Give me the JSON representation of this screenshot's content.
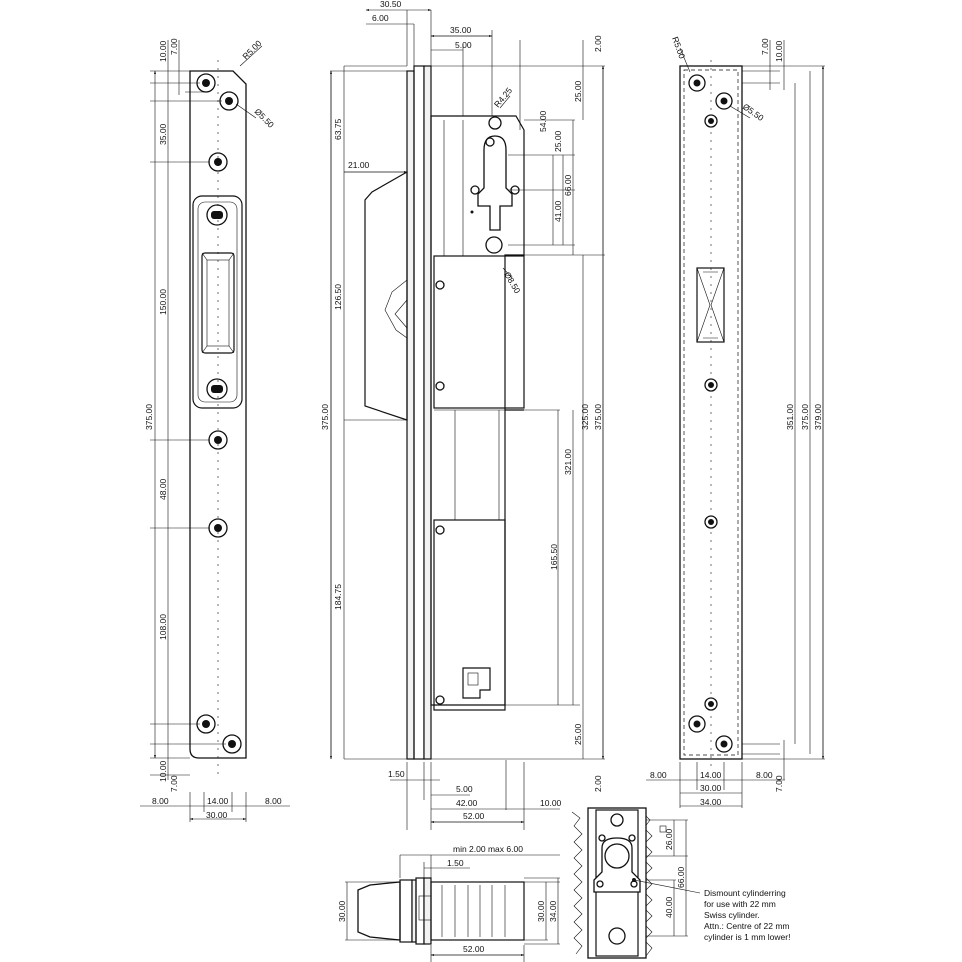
{
  "strike_plate": {
    "dims": [
      "10.00",
      "7.00",
      "35.00",
      "150.00",
      "375.00",
      "48.00",
      "108.00",
      "10.00",
      "7.00",
      "8.00",
      "14.00",
      "8.00",
      "30.00"
    ],
    "radius": "R5.00",
    "hole": "Ø5.50"
  },
  "side_view": {
    "dims_top": [
      "30.50",
      "6.00",
      "35.00",
      "5.00"
    ],
    "dims_left": [
      "63.75",
      "21.00",
      "126.50",
      "375.00",
      "184.75"
    ],
    "dims_right": [
      "2.00",
      "25.00",
      "54.00",
      "25.00",
      "66.00",
      "41.00",
      "325.00",
      "375.00",
      "321.00",
      "165.50",
      "25.00",
      "2.00"
    ],
    "dims_bottom": [
      "1.50",
      "5.00",
      "42.00",
      "10.00",
      "52.00"
    ],
    "radius": "R4.25",
    "hole": "Ø8.50"
  },
  "faceplate": {
    "dims": [
      "R5.00",
      "7.00",
      "10.00",
      "Ø5.50",
      "351.00",
      "375.00",
      "379.00",
      "8.00",
      "14.00",
      "8.00",
      "7.00",
      "30.00",
      "34.00"
    ]
  },
  "top_view": {
    "dims": [
      "min 2.00 max 6.00",
      "1.50",
      "30.00",
      "30.00",
      "34.00",
      "52.00"
    ]
  },
  "detail": {
    "dims": [
      "26.00",
      "66.00",
      "40.00"
    ],
    "note": [
      "Dismount cylinderring",
      "for use with 22 mm",
      "Swiss cylinder.",
      "Attn.: Centre of 22 mm",
      "cylinder is 1 mm lower!"
    ]
  }
}
